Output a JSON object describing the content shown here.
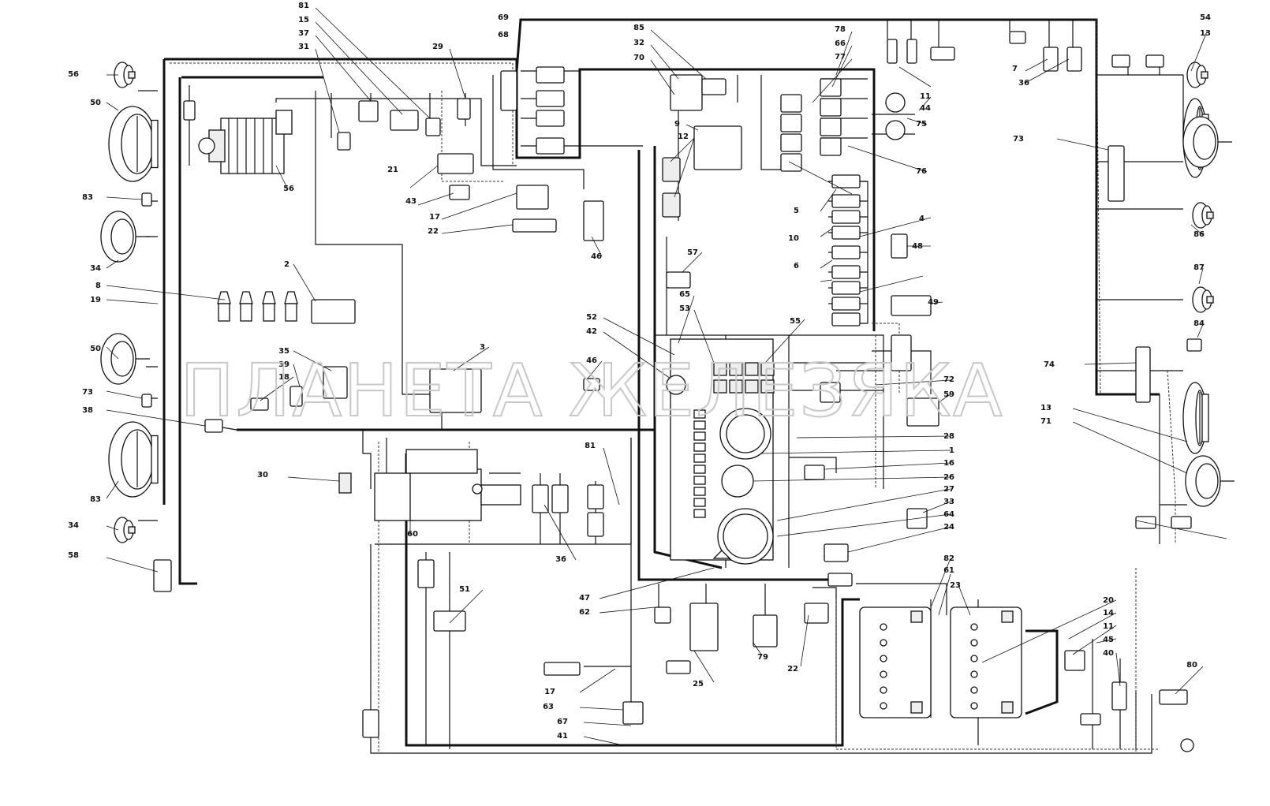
{
  "watermark": "ПЛАНЕТА ЖЕЛЕЗЯКА",
  "callouts": [
    "81",
    "15",
    "37",
    "31",
    "29",
    "85",
    "32",
    "70",
    "78",
    "66",
    "77",
    "69",
    "68",
    "7",
    "36",
    "54",
    "13",
    "56",
    "50",
    "83",
    "34",
    "8",
    "19",
    "2",
    "35",
    "39",
    "18",
    "3",
    "38",
    "30",
    "60",
    "36",
    "81",
    "21",
    "43",
    "17",
    "22",
    "46",
    "9",
    "12",
    "5",
    "10",
    "4",
    "48",
    "6",
    "49",
    "57",
    "65",
    "53",
    "52",
    "42",
    "46",
    "55",
    "72",
    "59",
    "28",
    "1",
    "16",
    "26",
    "27",
    "33",
    "64",
    "24",
    "82",
    "61",
    "23",
    "44",
    "11",
    "75",
    "76",
    "73",
    "86",
    "87",
    "84",
    "74",
    "13",
    "71",
    "51",
    "47",
    "62",
    "25",
    "79",
    "22",
    "17",
    "63",
    "67",
    "41",
    "20",
    "14",
    "11",
    "45",
    "40",
    "80",
    "58",
    "56",
    "34",
    "50",
    "83",
    "73"
  ]
}
